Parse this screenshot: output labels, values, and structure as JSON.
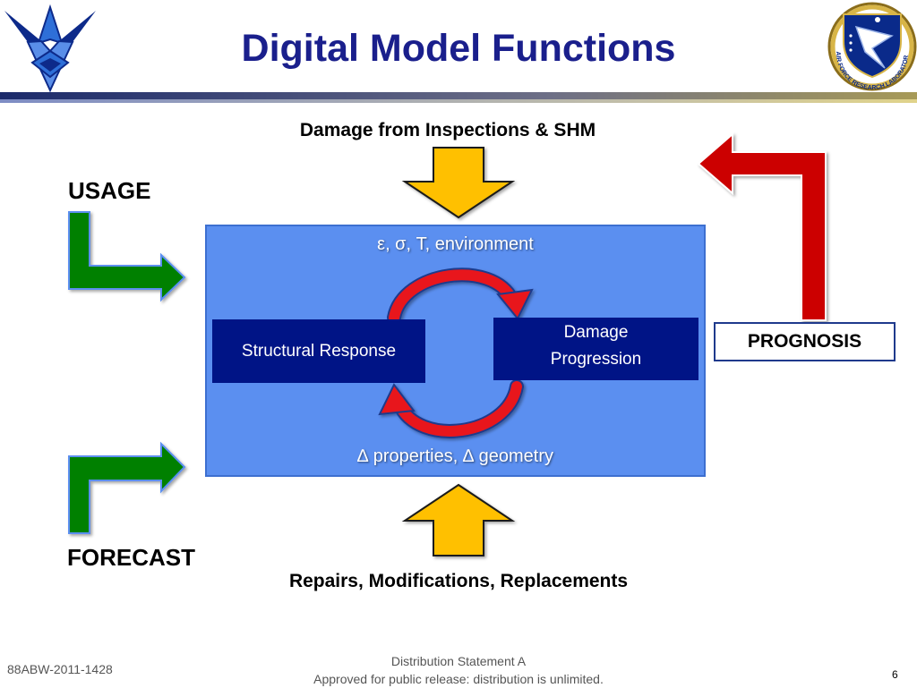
{
  "slide": {
    "title": "Digital Model Functions",
    "top_label": "Damage from Inspections & SHM",
    "bottom_label": "Repairs, Modifications, Replacements",
    "usage_label": "USAGE",
    "forecast_label": "FORECAST",
    "panel": {
      "top_text": "ε, σ, T, environment",
      "bottom_text": "∆ properties, ∆ geometry",
      "structural_box": "Structural Response",
      "damage_box_line1": "Damage",
      "damage_box_line2": "Progression"
    },
    "prognosis_label": "PROGNOSIS",
    "footer": {
      "doc_id": "88ABW-2011-1428",
      "statement_line1": "Distribution Statement A",
      "statement_line2": "Approved for public release: distribution is unlimited.",
      "page_number": "6"
    },
    "logos": {
      "left": "air-force-symbol",
      "right": "afrl-seal",
      "right_seal_text": "AIR FORCE RESEARCH LABORATORY"
    }
  },
  "colors": {
    "title": "#1a1f8c",
    "panel_blue": "#5b8ff0",
    "dark_box": "#001486",
    "arrow_yellow": "#ffc000",
    "arrow_green": "#008000",
    "arrow_red": "#cc0000",
    "cycle_red": "#e8181e"
  }
}
